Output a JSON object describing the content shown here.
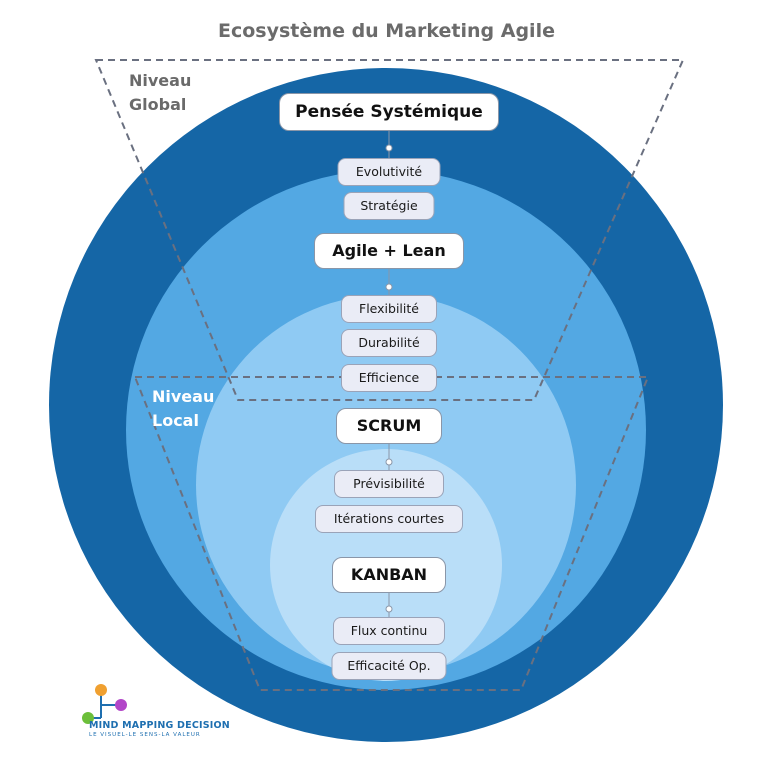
{
  "title": "Ecosystème du Marketing Agile",
  "zones": {
    "global": [
      "Niveau",
      "Global"
    ],
    "local": [
      "Niveau",
      "Local"
    ]
  },
  "nodes": {
    "pensee": "Pensée Systémique",
    "evolutivite": "Evolutivité",
    "strategie": "Stratégie",
    "agile_lean": "Agile + Lean",
    "flexibilite": "Flexibilité",
    "durabilite": "Durabilité",
    "efficience": "Efficience",
    "scrum": "SCRUM",
    "previsibilite": "Prévisibilité",
    "iterations": "Itérations courtes",
    "kanban": "KANBAN",
    "flux": "Flux continu",
    "efficacite": "Efficacité Op."
  },
  "logo": {
    "name": "MIND MAPPING DECISION",
    "tagline": "LE VISUEL-LE SENS-LA VALEUR"
  },
  "colors": {
    "ring1": "#1566a6",
    "ring2": "#53a8e3",
    "ring3": "#8fcaf3",
    "ring4": "#b9def8",
    "dashed": "#6a7080",
    "logo_orange": "#f0a030",
    "logo_purple": "#b246c8",
    "logo_green": "#6cbf3a"
  }
}
